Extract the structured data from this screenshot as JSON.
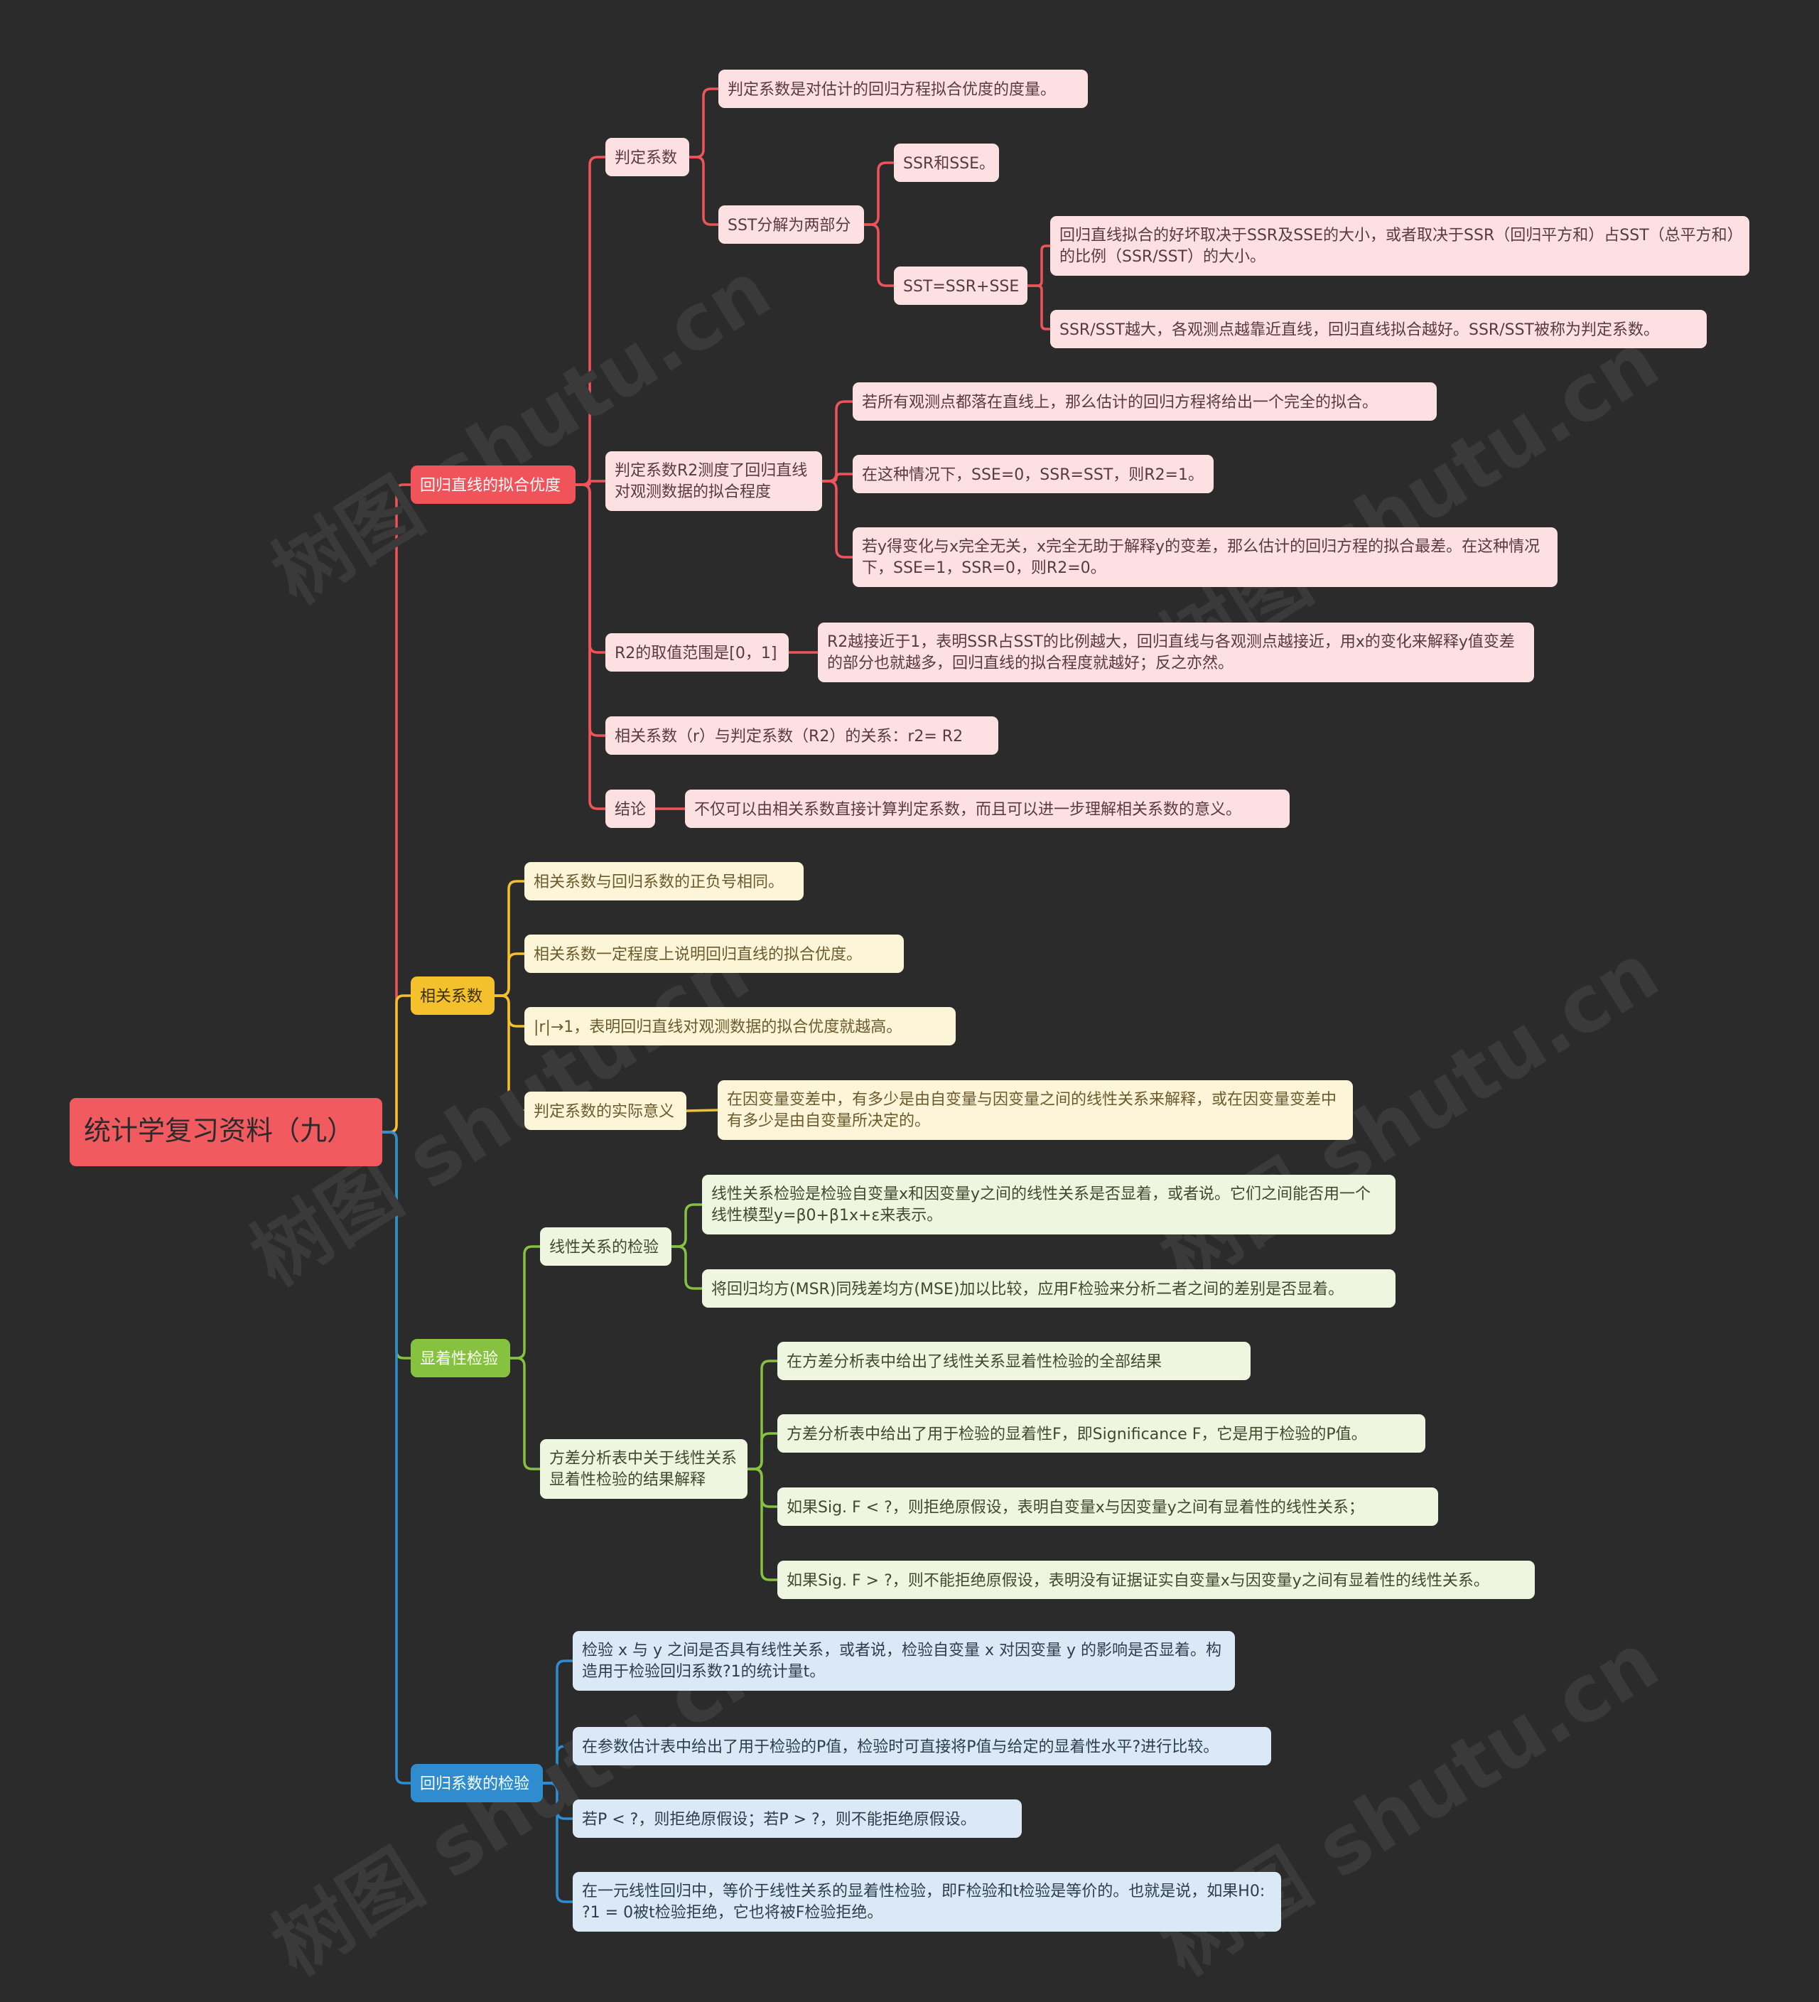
{
  "colors": {
    "background": "#2b2b2b",
    "red": "#f0545a",
    "yellow": "#f4c12c",
    "green": "#86c23f",
    "blue": "#2f8ccf"
  },
  "watermark": "树图 shutu.cn",
  "root": {
    "id": "root",
    "text": "统计学复习资料（九）",
    "children": [
      {
        "id": "b1",
        "color": "red",
        "text": "回归直线的拟合优度",
        "children": [
          {
            "id": "b1a",
            "text": "判定系数",
            "children": [
              {
                "id": "b1a1",
                "text": "判定系数是对估计的回归方程拟合优度的度量。"
              },
              {
                "id": "b1a2",
                "text": "SST分解为两部分",
                "children": [
                  {
                    "id": "b1a2a",
                    "text": "SSR和SSE。"
                  },
                  {
                    "id": "b1a2b",
                    "text": "SST=SSR+SSE",
                    "children": [
                      {
                        "id": "b1a2b1",
                        "text": "回归直线拟合的好坏取决于SSR及SSE的大小，或者取决于SSR（回归平方和）占SST（总平方和）的比例（SSR/SST）的大小。"
                      },
                      {
                        "id": "b1a2b2",
                        "text": "SSR/SST越大，各观测点越靠近直线，回归直线拟合越好。SSR/SST被称为判定系数。"
                      }
                    ]
                  }
                ]
              }
            ]
          },
          {
            "id": "b1b",
            "text": "判定系数R2测度了回归直线对观测数据的拟合程度",
            "children": [
              {
                "id": "b1b1",
                "text": "若所有观测点都落在直线上，那么估计的回归方程将给出一个完全的拟合。"
              },
              {
                "id": "b1b2",
                "text": "在这种情况下，SSE=0，SSR=SST，则R2=1。"
              },
              {
                "id": "b1b3",
                "text": "若y得变化与x完全无关，x完全无助于解释y的变差，那么估计的回归方程的拟合最差。在这种情况下，SSE=1，SSR=0，则R2=0。"
              }
            ]
          },
          {
            "id": "b1c",
            "text": "R2的取值范围是[0，1]",
            "children": [
              {
                "id": "b1c1",
                "text": "R2越接近于1，表明SSR占SST的比例越大，回归直线与各观测点越接近，用x的变化来解释y值变差的部分也就越多，回归直线的拟合程度就越好；反之亦然。"
              }
            ]
          },
          {
            "id": "b1d",
            "text": "相关系数（r）与判定系数（R2）的关系：r2= R2"
          },
          {
            "id": "b1e",
            "text": "结论",
            "children": [
              {
                "id": "b1e1",
                "text": "不仅可以由相关系数直接计算判定系数，而且可以进一步理解相关系数的意义。"
              }
            ]
          }
        ]
      },
      {
        "id": "b2",
        "color": "yellow",
        "text": "相关系数",
        "children": [
          {
            "id": "b2a",
            "text": "相关系数与回归系数的正负号相同。"
          },
          {
            "id": "b2b",
            "text": "相关系数一定程度上说明回归直线的拟合优度。"
          },
          {
            "id": "b2c",
            "text": "|r|→1，表明回归直线对观测数据的拟合优度就越高。"
          },
          {
            "id": "b2d",
            "text": "判定系数的实际意义",
            "children": [
              {
                "id": "b2d1",
                "text": "在因变量变差中，有多少是由自变量与因变量之间的线性关系来解释，或在因变量变差中有多少是由自变量所决定的。"
              }
            ]
          }
        ]
      },
      {
        "id": "b3",
        "color": "green",
        "text": "显着性检验",
        "children": [
          {
            "id": "b3a",
            "text": "线性关系的检验",
            "children": [
              {
                "id": "b3a1",
                "text": "线性关系检验是检验自变量x和因变量y之间的线性关系是否显着，或者说。它们之间能否用一个线性模型y=β0+β1x+ε来表示。"
              },
              {
                "id": "b3a2",
                "text": "将回归均方(MSR)同残差均方(MSE)加以比较，应用F检验来分析二者之间的差别是否显着。"
              }
            ]
          },
          {
            "id": "b3b",
            "text": "方差分析表中关于线性关系显着性检验的结果解释",
            "children": [
              {
                "id": "b3b1",
                "text": "在方差分析表中给出了线性关系显着性检验的全部结果"
              },
              {
                "id": "b3b2",
                "text": "方差分析表中给出了用于检验的显着性F，即Significance F，它是用于检验的P值。"
              },
              {
                "id": "b3b3",
                "text": "如果Sig. F < ?，则拒绝原假设，表明自变量x与因变量y之间有显着性的线性关系；"
              },
              {
                "id": "b3b4",
                "text": "如果Sig. F > ?，则不能拒绝原假设，表明没有证据证实自变量x与因变量y之间有显着性的线性关系。"
              }
            ]
          }
        ]
      },
      {
        "id": "b4",
        "color": "blue",
        "text": "回归系数的检验",
        "children": [
          {
            "id": "b4a",
            "text": "检验 x 与 y 之间是否具有线性关系，或者说，检验自变量 x 对因变量 y 的影响是否显着。构造用于检验回归系数?1的统计量t。"
          },
          {
            "id": "b4b",
            "text": "在参数估计表中给出了用于检验的P值，检验时可直接将P值与给定的显着性水平?进行比较。"
          },
          {
            "id": "b4c",
            "text": "若P < ?，则拒绝原假设；若P > ?，则不能拒绝原假设。"
          },
          {
            "id": "b4d",
            "text": "在一元线性回归中，等价于线性关系的显着性检验，即F检验和t检验是等价的。也就是说，如果H0: ?1 = 0被t检验拒绝，它也将被F检验拒绝。"
          }
        ]
      }
    ]
  }
}
